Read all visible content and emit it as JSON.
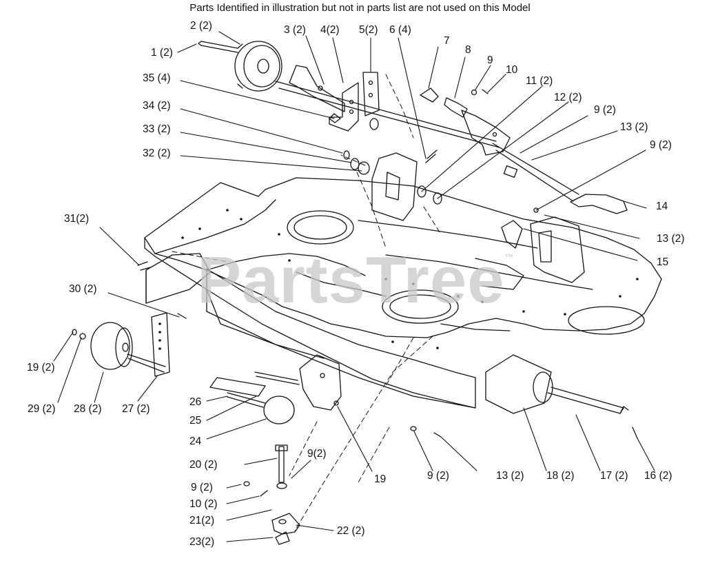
{
  "note": "Parts Identified  in illustration but not in parts list are not used on this Model",
  "watermark": {
    "text": "PartsTree",
    "trademark": "™"
  },
  "callouts": [
    "1 (2)",
    "2 (2)",
    "3 (2)",
    "4(2)",
    "5(2)",
    "6 (4)",
    "7",
    "8",
    "9",
    "10",
    "11 (2)",
    "12 (2)",
    "9 (2)",
    "13 (2)",
    "9 (2)",
    "14",
    "13 (2)",
    "15",
    "35 (4)",
    "34 (2)",
    "33 (2)",
    "32 (2)",
    "31(2)",
    "30 (2)",
    "19 (2)",
    "29 (2)",
    "28 (2)",
    "27 (2)",
    "26",
    "25",
    "24",
    "20 (2)",
    "9(2)",
    "9 (2)",
    "10 (2)",
    "21(2)",
    "22 (2)",
    "23(2)",
    "19",
    "9 (2)",
    "13 (2)",
    "18 (2)",
    "17 (2)",
    "16 (2)"
  ],
  "colors": {
    "ink": "#111111",
    "watermark": "#c7c7c7",
    "background": "#ffffff"
  }
}
